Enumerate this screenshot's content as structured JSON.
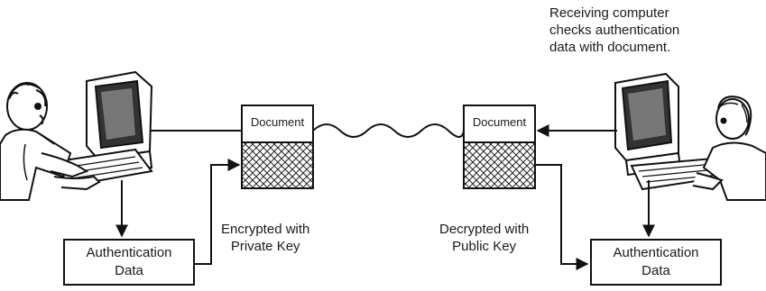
{
  "top_note": "Receiving computer\nchecks authentication\ndata with document.",
  "left_document": {
    "title": "Document"
  },
  "right_document": {
    "title": "Document"
  },
  "left_auth_box": "Authentication\nData",
  "right_auth_box": "Authentication\nData",
  "encrypt_caption": "Encrypted with\nPrivate Key",
  "decrypt_caption": "Decrypted with\nPublic Key",
  "colors": {
    "ink": "#111111",
    "paper": "#ffffff",
    "hatch": "#222222"
  },
  "icons": [
    "sender-at-computer-illustration",
    "receiver-at-computer-illustration"
  ]
}
